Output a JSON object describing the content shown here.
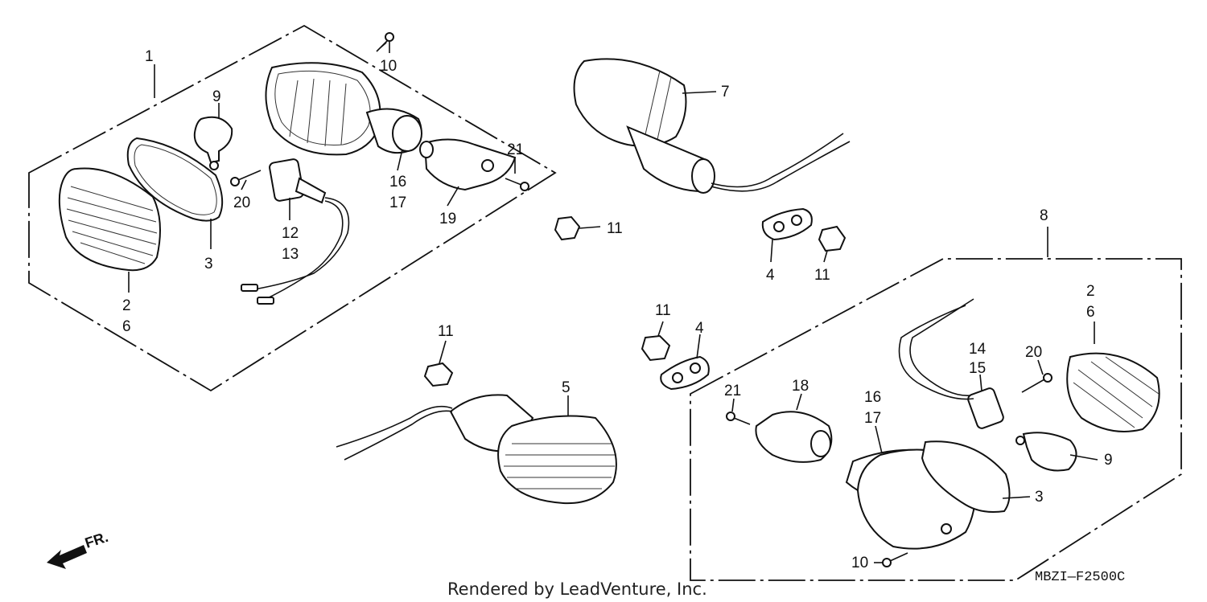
{
  "labels": {
    "p1": "1",
    "p2a": "2",
    "p6a": "6",
    "p3a": "3",
    "p9a": "9",
    "p10a": "10",
    "p12": "12",
    "p13": "13",
    "p16a": "16",
    "p17a": "17",
    "p19": "19",
    "p20a": "20",
    "p21a": "21",
    "p7": "7",
    "p11a": "11",
    "p4a": "4",
    "p11b": "11",
    "p8": "8",
    "p11c": "11",
    "p4b": "4",
    "p11d": "11",
    "p5": "5",
    "p2b": "2",
    "p6b": "6",
    "p14": "14",
    "p15": "15",
    "p20b": "20",
    "p21b": "21",
    "p18": "18",
    "p16b": "16",
    "p17b": "17",
    "p9b": "9",
    "p3b": "3",
    "p10b": "10"
  },
  "direction_label": "FR.",
  "diagram_code": "MBZI—F2500C",
  "credit": "Rendered by LeadVenture, Inc."
}
